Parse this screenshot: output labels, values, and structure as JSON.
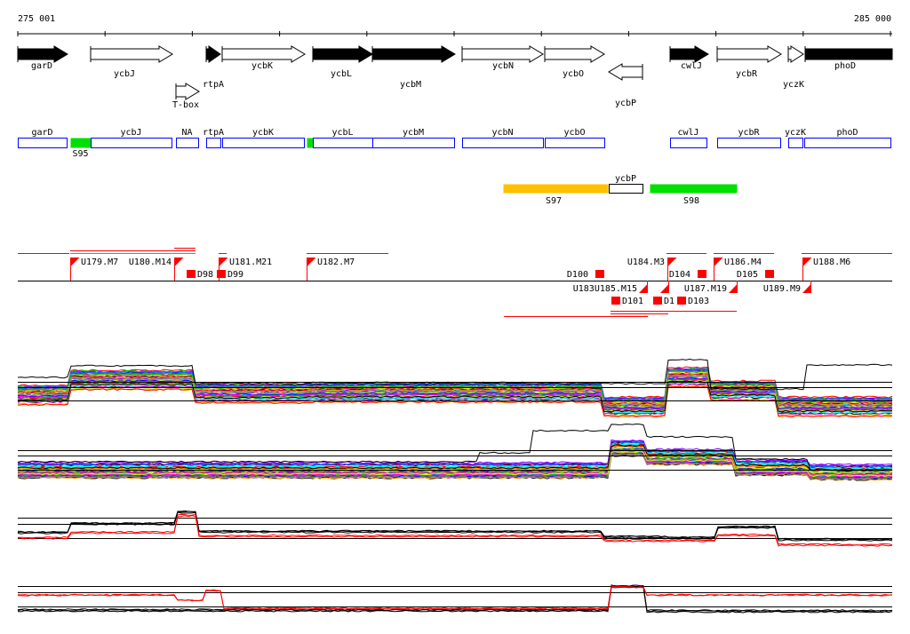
{
  "ruler": {
    "start_label": "275 001",
    "end_label": "285 000"
  },
  "genes": [
    {
      "name": "garD",
      "strand": "+",
      "fill": "black"
    },
    {
      "name": "ycbJ",
      "strand": "+",
      "fill": "white"
    },
    {
      "name": "T-box",
      "strand": "+",
      "fill": "white"
    },
    {
      "name": "rtpA",
      "strand": "+",
      "fill": "black"
    },
    {
      "name": "ycbK",
      "strand": "+",
      "fill": "white"
    },
    {
      "name": "ycbL",
      "strand": "+",
      "fill": "black"
    },
    {
      "name": "ycbM",
      "strand": "+",
      "fill": "black"
    },
    {
      "name": "ycbN",
      "strand": "+",
      "fill": "white"
    },
    {
      "name": "ycbO",
      "strand": "+",
      "fill": "white"
    },
    {
      "name": "ycbP",
      "strand": "-",
      "fill": "white"
    },
    {
      "name": "cwlJ",
      "strand": "+",
      "fill": "black"
    },
    {
      "name": "ycbR",
      "strand": "+",
      "fill": "white"
    },
    {
      "name": "yczK",
      "strand": "+",
      "fill": "white"
    },
    {
      "name": "phoD",
      "strand": "+",
      "fill": "black"
    }
  ],
  "annotation_boxes": [
    "garD",
    "S95",
    "ycbJ",
    "NA",
    "rtpA",
    "ycbK",
    "",
    "ycbL",
    "ycbM",
    "ycbN",
    "ycbO",
    "cwlJ",
    "ycbR",
    "yczK",
    "phoD"
  ],
  "segments": [
    {
      "name": "S97"
    },
    {
      "name": "ycbP"
    },
    {
      "name": "S98"
    }
  ],
  "up_markers": [
    "U179.M7",
    "U180.M14",
    "U181.M21",
    "U182.M7",
    "U184.M3",
    "U186.M4",
    "U188.M6"
  ],
  "down_markers": [
    "U183U185.M15",
    "U187.M19",
    "U189.M9"
  ],
  "down_box_labels": [
    "D98",
    "D99",
    "D100",
    "D101",
    "D1",
    "D103",
    "D104",
    "D105"
  ],
  "colors": {
    "up_box": "#0000ff",
    "green": "#00e000",
    "orange": "#ffc000",
    "marker": "#ff0000"
  }
}
